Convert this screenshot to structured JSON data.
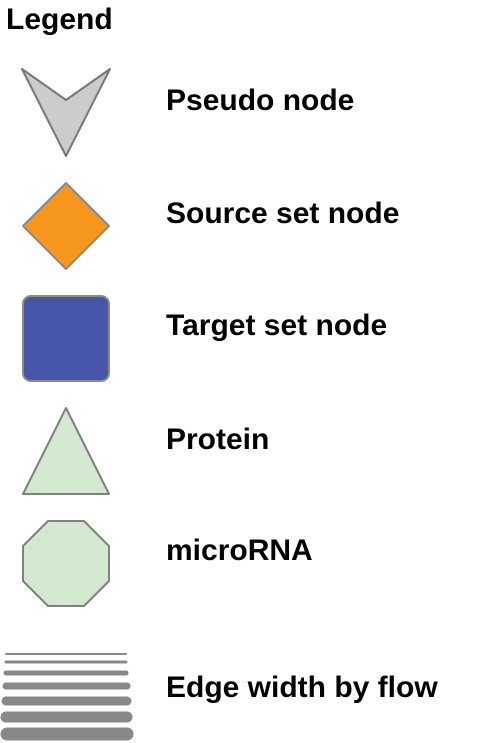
{
  "legend": {
    "title": "Legend",
    "items": [
      {
        "label": "Pseudo node",
        "shape": "chevron-down",
        "fill": "#cccccc",
        "stroke": "#777777"
      },
      {
        "label": "Source set node",
        "shape": "diamond",
        "fill": "#f7971e",
        "stroke": "#8a8a8a"
      },
      {
        "label": "Target set node",
        "shape": "rounded-square",
        "fill": "#4755a8",
        "stroke": "#8a8a8a"
      },
      {
        "label": "Protein",
        "shape": "triangle",
        "fill": "#d3e9cf",
        "stroke": "#808080"
      },
      {
        "label": "microRNA",
        "shape": "octagon",
        "fill": "#d3e9cf",
        "stroke": "#808080"
      },
      {
        "label": "Edge width by flow",
        "shape": "edge-lines",
        "fill": "#888888",
        "stroke": "#888888"
      }
    ]
  }
}
